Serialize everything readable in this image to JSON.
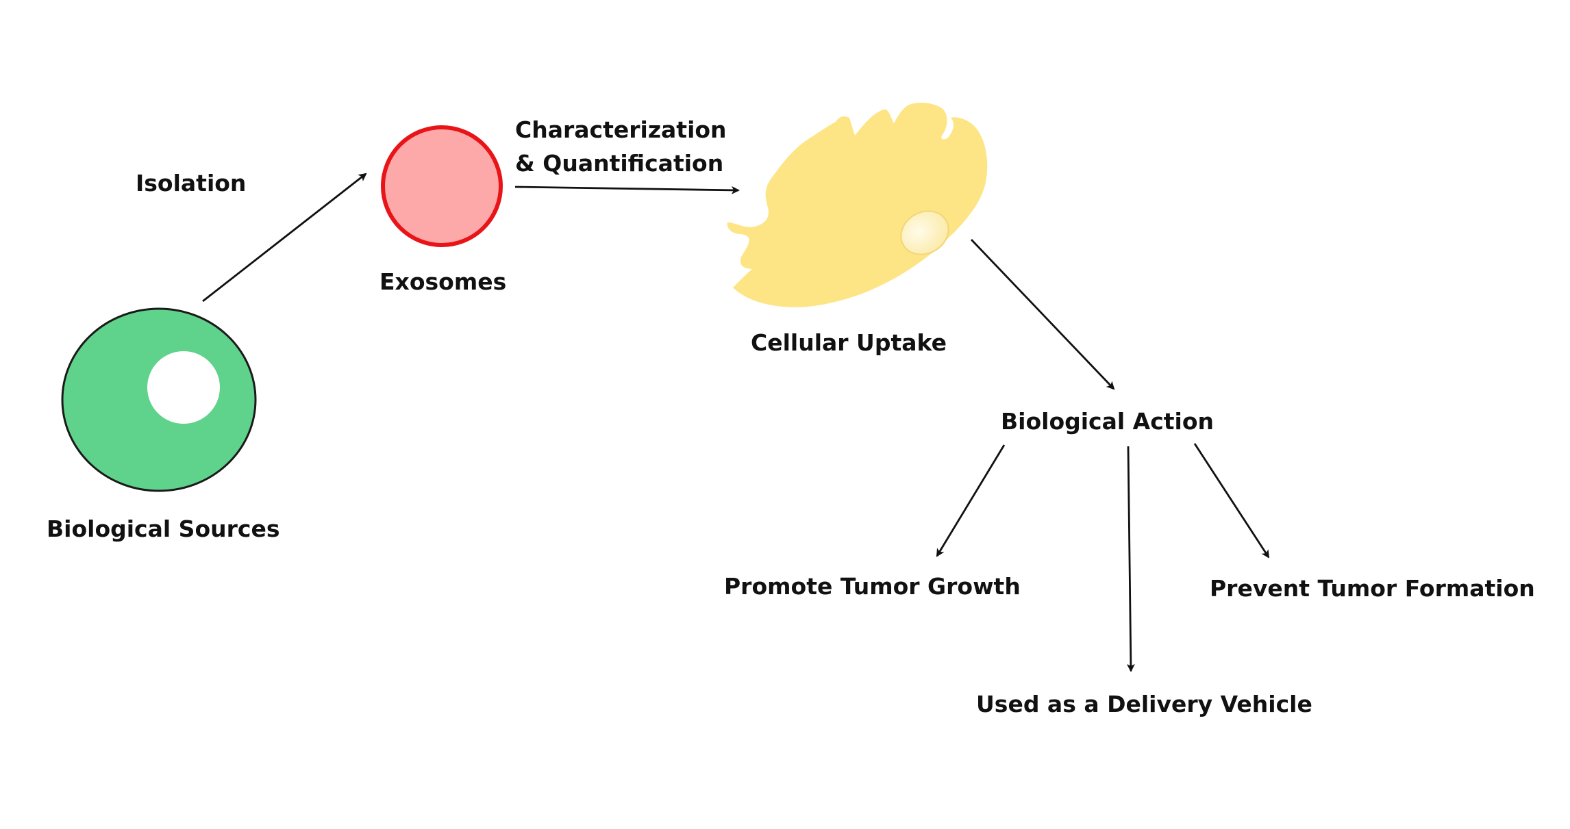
{
  "diagram": {
    "nodes": {
      "sources": {
        "label": "Biological Sources",
        "fill": "#5fd38b",
        "stroke": "#1a1a1a",
        "nucleus": "#ffffff"
      },
      "exosomes": {
        "label": "Exosomes",
        "fill": "#fda8a9",
        "stroke": "#e81418"
      },
      "uptake": {
        "label": "Cellular Uptake",
        "fill": "#fde586",
        "vesicle": "#fff4c8"
      },
      "action": {
        "label": "Biological Action"
      },
      "promote": {
        "label": "Promote Tumor Growth"
      },
      "delivery": {
        "label": "Used as a Delivery Vehicle"
      },
      "prevent": {
        "label": "Prevent Tumor Formation"
      }
    },
    "edges": {
      "isolation": {
        "label": "Isolation"
      },
      "characterization": {
        "label_line1": "Characterization",
        "label_line2": "& Quantification"
      }
    }
  }
}
